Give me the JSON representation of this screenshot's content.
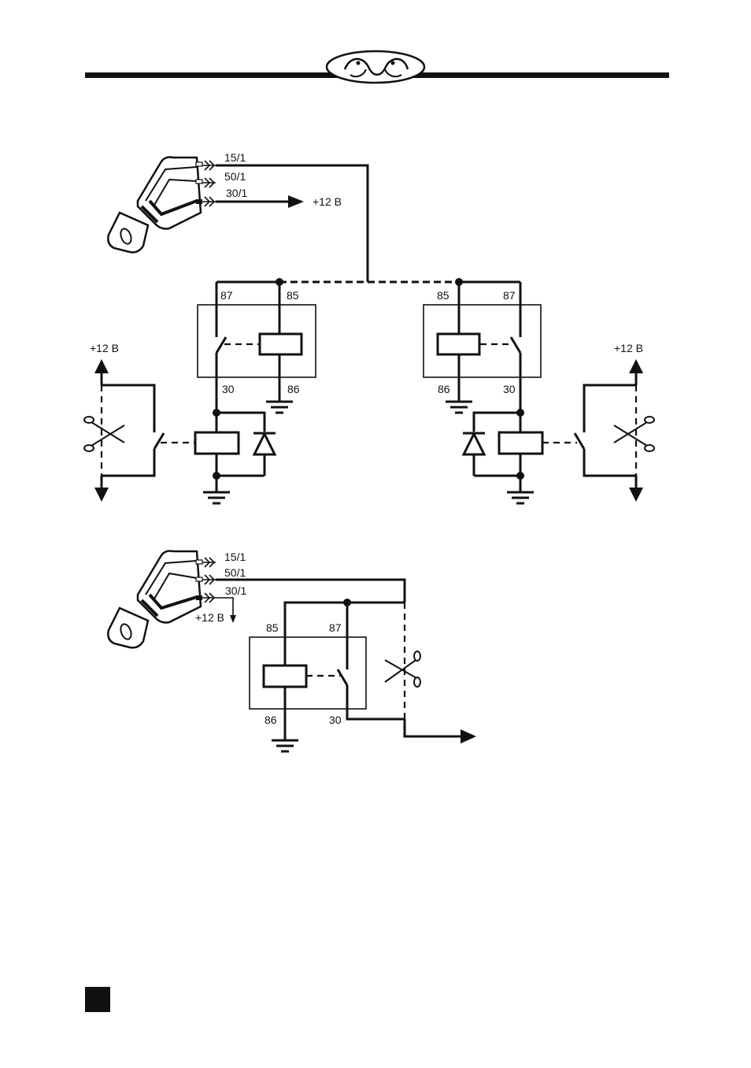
{
  "ignition_top": {
    "terminal_15": "15/1",
    "terminal_50": "50/1",
    "terminal_30": "30/1",
    "supply_label": "+12 B"
  },
  "relay_left": {
    "pin_87": "87",
    "pin_85": "85",
    "pin_30": "30",
    "pin_86": "86"
  },
  "relay_right": {
    "pin_85": "85",
    "pin_87": "87",
    "pin_86": "86",
    "pin_30": "30"
  },
  "switch_left": {
    "supply_label": "+12 B"
  },
  "switch_right": {
    "supply_label": "+12 B"
  },
  "ignition_bottom": {
    "terminal_15": "15/1",
    "terminal_50": "50/1",
    "terminal_30": "30/1",
    "supply_label": "+12 B"
  },
  "relay_bottom": {
    "pin_85": "85",
    "pin_87": "87",
    "pin_86": "86",
    "pin_30": "30"
  }
}
